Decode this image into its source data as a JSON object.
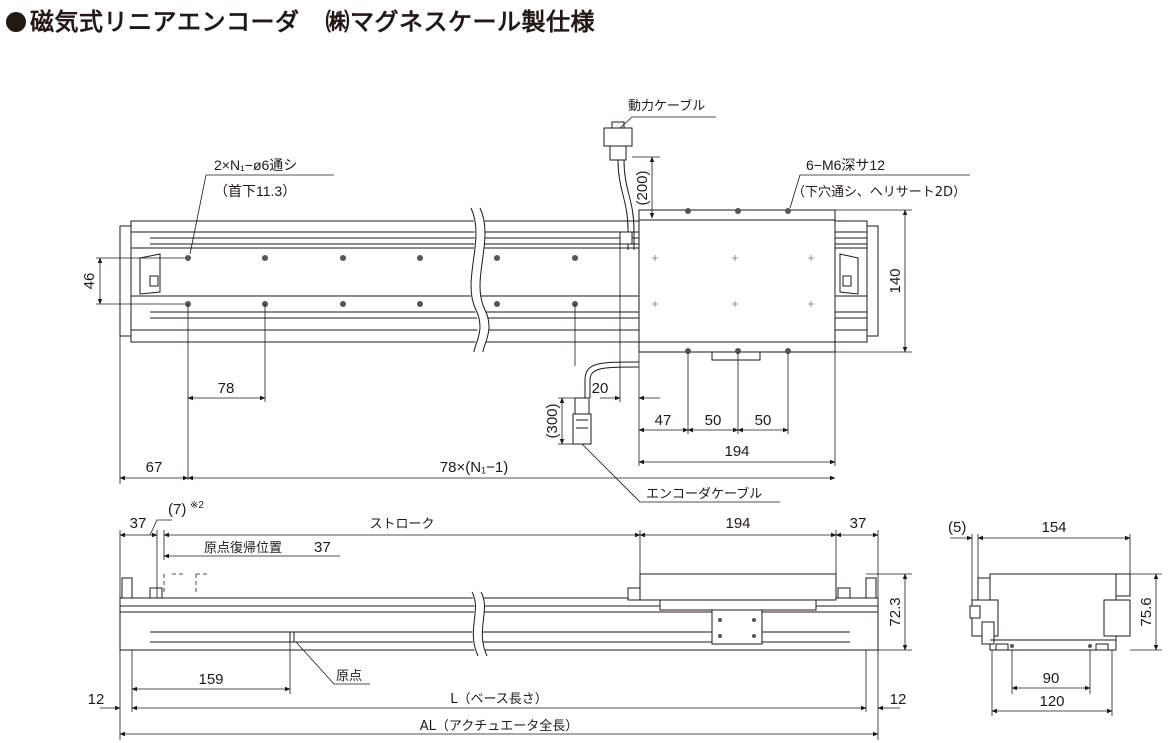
{
  "title": {
    "main": "磁気式リニアエンコーダ",
    "maker": "㈱マグネスケール製仕様"
  },
  "top_view": {
    "power_cable": "動力ケーブル",
    "holes_left": "2×N₁−ø6通シ",
    "holes_left_note": "（首下11.3）",
    "holes_right": "6−M6深サ12",
    "holes_right_note": "（下穴通シ、ヘリサート2D）",
    "dim_200": "(200)",
    "dim_46": "46",
    "dim_140": "140",
    "dim_78": "78",
    "dim_20": "20",
    "dim_300": "(300)",
    "dim_47": "47",
    "dim_50a": "50",
    "dim_50b": "50",
    "dim_194": "194",
    "dim_67": "67",
    "dim_pitch": "78×(N₁−1)",
    "encoder_cable": "エンコーダケーブル"
  },
  "side_view": {
    "dim_37_left": "37",
    "dim_7": "(7)",
    "note_mark": "※2",
    "stroke": "ストローク",
    "dim_194": "194",
    "dim_37_right": "37",
    "home_return": "原点復帰位置",
    "home_return_dim": "37",
    "dim_72_3": "72.3",
    "dim_159": "159",
    "origin": "原点",
    "dim_12_left": "12",
    "base_length": "L（ベース長さ）",
    "dim_12_right": "12",
    "overall_length": "AL（アクチュエータ全長）"
  },
  "end_view": {
    "dim_5": "(5)",
    "dim_154": "154",
    "dim_75_6": "75.6",
    "dim_90": "90",
    "dim_120": "120"
  }
}
